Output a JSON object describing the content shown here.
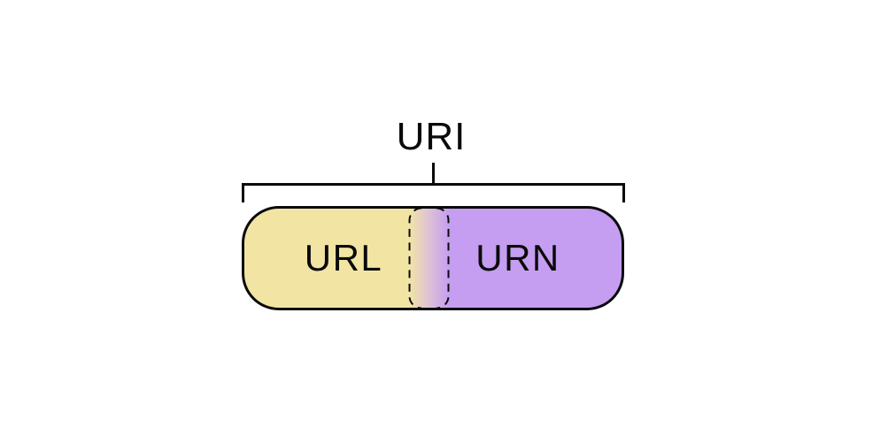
{
  "diagram": {
    "title": "URI",
    "pill": {
      "left_label": "URL",
      "right_label": "URN"
    },
    "colors": {
      "url_fill": "#F2E5A4",
      "urn_fill": "#C59DF1",
      "overlap_mid": "#DEC0D6",
      "outline": "#0A0A0A",
      "background": "#FFFFFF"
    }
  }
}
